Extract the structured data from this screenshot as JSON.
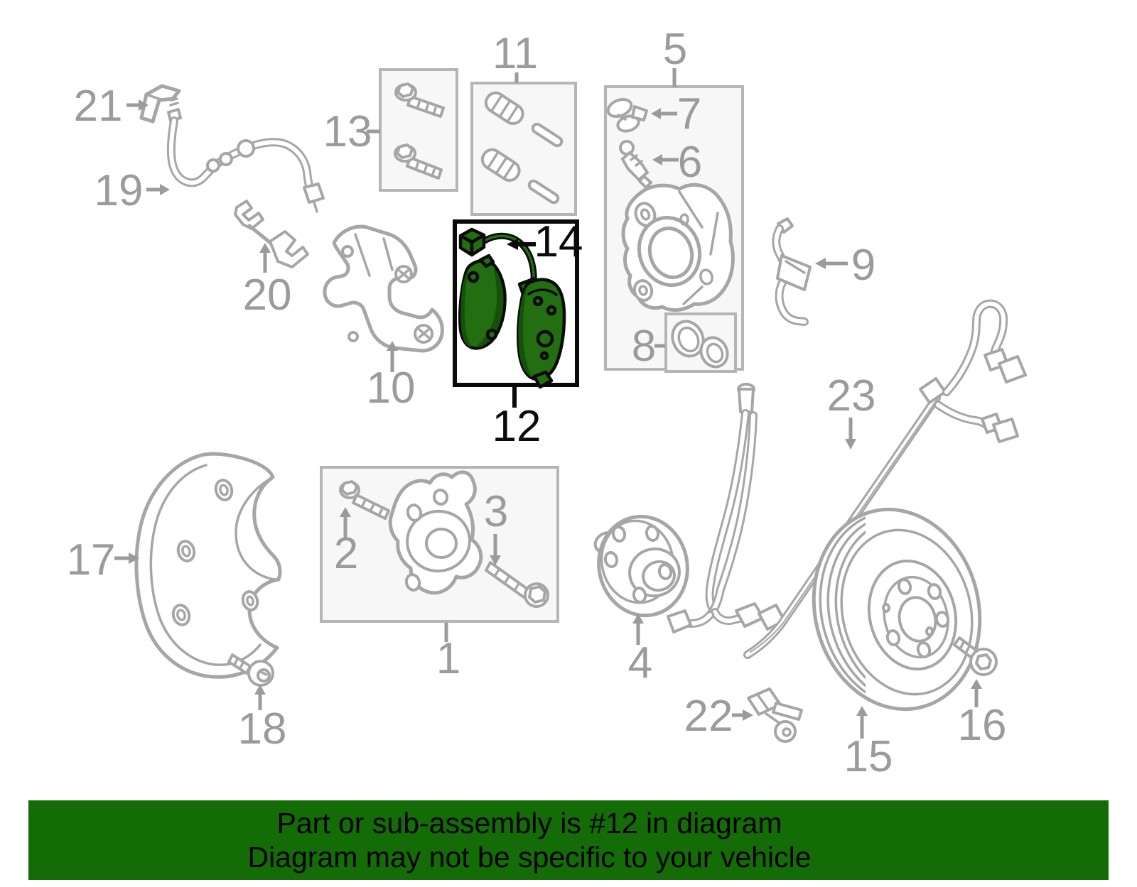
{
  "banner": {
    "line1": "Part or sub-assembly is #12 in diagram",
    "line2": "Diagram may not be specific to your vehicle"
  },
  "highlighted_part_number": "12",
  "callouts": {
    "c1": {
      "label": "1"
    },
    "c2": {
      "label": "2"
    },
    "c3": {
      "label": "3"
    },
    "c4": {
      "label": "4"
    },
    "c5": {
      "label": "5"
    },
    "c6": {
      "label": "6"
    },
    "c7": {
      "label": "7"
    },
    "c8": {
      "label": "8"
    },
    "c9": {
      "label": "9"
    },
    "c10": {
      "label": "10"
    },
    "c11": {
      "label": "11"
    },
    "c12": {
      "label": "12"
    },
    "c13": {
      "label": "13"
    },
    "c14": {
      "label": "14"
    },
    "c15": {
      "label": "15"
    },
    "c16": {
      "label": "16"
    },
    "c17": {
      "label": "17"
    },
    "c18": {
      "label": "18"
    },
    "c19": {
      "label": "19"
    },
    "c20": {
      "label": "20"
    },
    "c21": {
      "label": "21"
    },
    "c22": {
      "label": "22"
    },
    "c23": {
      "label": "23"
    }
  },
  "colors": {
    "banner_green": "#136c06",
    "pad_green": "#226e11",
    "pad_green_dark": "#15510a",
    "line_gray": "#a6a6a6",
    "label_gray": "#9b9b9b",
    "box_fill": "#f7f7f7",
    "box_border": "#b5b5b5"
  }
}
